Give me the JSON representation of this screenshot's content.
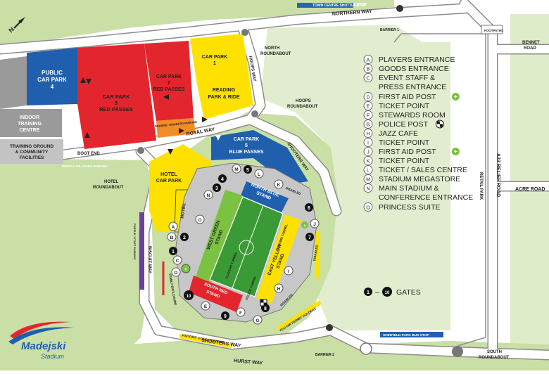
{
  "roads": {
    "northern_way": "NORTHERN WAY",
    "town_centre_shuttle_stop": "TOWN CENTRE SHUTTLE STOP",
    "barrier_1": "BARRIER 1",
    "barrier_2": "BARRIER 2",
    "footpaths": "FOOTPATHS",
    "bennet_road_1": "BENNET",
    "bennet_road_2": "ROAD",
    "north_roundabout_1": "NORTH",
    "north_roundabout_2": "ROUNDABOUT",
    "hoops_roundabout_1": "HOOPS",
    "hoops_roundabout_2": "ROUNDABOUT",
    "hoops_way": "HOOPS WAY",
    "royal_way": "ROYAL WAY",
    "boot_end": "BOOT END",
    "purple_players_parking": "PURPLE / PLAYERS PARKING",
    "hotel_roundabout_1": "HOTEL",
    "hotel_roundabout_2": "ROUNDABOUT",
    "shooters_way_top": "SHOOTERS WAY",
    "shooters_way_bottom": "SHOOTERS WAY",
    "biscuit_way": "BISCUIT WAY",
    "purple_staff_parking": "PURPLE / STAFF PARKING",
    "hurst_way": "HURST WAY",
    "visitors_coach_parking": "VISITORS' COACH PARKING",
    "yellow_permit_holders": "YELLOW PERMIT HOLDERS",
    "shinfield_park_bus_stop": "SHINFIELD PARK BUS STOP",
    "south_roundabout_1": "SOUTH",
    "south_roundabout_2": "ROUNDABOUT",
    "a33_relief_road": "A33 RELIEF ROAD",
    "retail_park": "RETAIL PARK",
    "acre_road": "ACRE ROAD",
    "north_arrow": "N"
  },
  "car_parks": {
    "public_4": [
      "PUBLIC",
      "CAR PARK",
      "4"
    ],
    "cp3": [
      "CAR PARK",
      "3",
      "RED PASSES"
    ],
    "cp2": [
      "CAR PARK",
      "2",
      "RED PASSES"
    ],
    "orange_disabled": "ORANGE / DISABLED PARKING",
    "cp1": [
      "CAR PARK",
      "1"
    ],
    "reading_pr": [
      "READING",
      "PARK & RIDE"
    ],
    "cp5": [
      "CAR PARK",
      "5",
      "BLUE PASSES"
    ],
    "hotel_car_park": [
      "HOTEL",
      "CAR PARK"
    ],
    "hotel": "HOTEL",
    "indoor_training": [
      "INDOOR",
      "TRAINING",
      "CENTRE"
    ],
    "training_ground": [
      "TRAINING GROUND",
      "& COMMUNITY",
      "FACILITIES"
    ]
  },
  "stands": {
    "north_blue": [
      "NORTH BLUE",
      "STAND"
    ],
    "west_green": [
      "WEST GREEN",
      "STAND"
    ],
    "east_yellow": [
      "EAST YELLOW",
      "STAND"
    ],
    "south_red": [
      "SOUTH RED",
      "STAND"
    ],
    "players_tunnel": "PLAYERS TUNNEL",
    "ground_tunnel": "GROUND TUNNEL",
    "police_tunnel": "POLICE TUNNEL",
    "family_enclosure": "FAMILY ENCLOSURE",
    "disabled": "DISABLED"
  },
  "legend": [
    {
      "key": "A",
      "text": [
        "PLAYERS ENTRANCE"
      ]
    },
    {
      "key": "B",
      "text": [
        "GOODS ENTRANCE"
      ]
    },
    {
      "key": "C",
      "text": [
        "EVENT STAFF &",
        "PRESS ENTRANCE"
      ]
    },
    {
      "key": "D",
      "text": [
        "FIRST AID POST"
      ],
      "icon": "first-aid-icon"
    },
    {
      "key": "E",
      "text": [
        "TICKET POINT"
      ]
    },
    {
      "key": "F",
      "text": [
        "STEWARDS ROOM"
      ]
    },
    {
      "key": "G",
      "text": [
        "POLICE POST"
      ],
      "icon": "police-checker-icon"
    },
    {
      "key": "H",
      "text": [
        "JAZZ CAFE"
      ]
    },
    {
      "key": "I",
      "text": [
        "TICKET POINT"
      ]
    },
    {
      "key": "J",
      "text": [
        "FIRST AID POST"
      ],
      "icon": "first-aid-icon"
    },
    {
      "key": "K",
      "text": [
        "TICKET POINT"
      ]
    },
    {
      "key": "L",
      "text": [
        "TICKET / SALES CENTRE"
      ]
    },
    {
      "key": "M",
      "text": [
        "STADIUM MEGASTORE"
      ]
    },
    {
      "key": "N",
      "text": [
        "MAIN STADIUM &",
        "CONFERENCE ENTRANCE"
      ]
    },
    {
      "key": "O",
      "text": [
        "PRINCESS SUITE"
      ]
    }
  ],
  "gates_legend": {
    "from": "1",
    "dash": "–",
    "to": "10",
    "label": "GATES"
  },
  "logo": {
    "name": "Madejski",
    "sub": "Stadium"
  },
  "colors": {
    "red": "#e3262d",
    "yellow": "#ffe100",
    "blue": "#1f5fad",
    "green": "#7cc242",
    "park": "#c9dfa6",
    "grey": "#9a9a9a",
    "orange": "#f28c28",
    "purple": "#6b3fa0"
  }
}
